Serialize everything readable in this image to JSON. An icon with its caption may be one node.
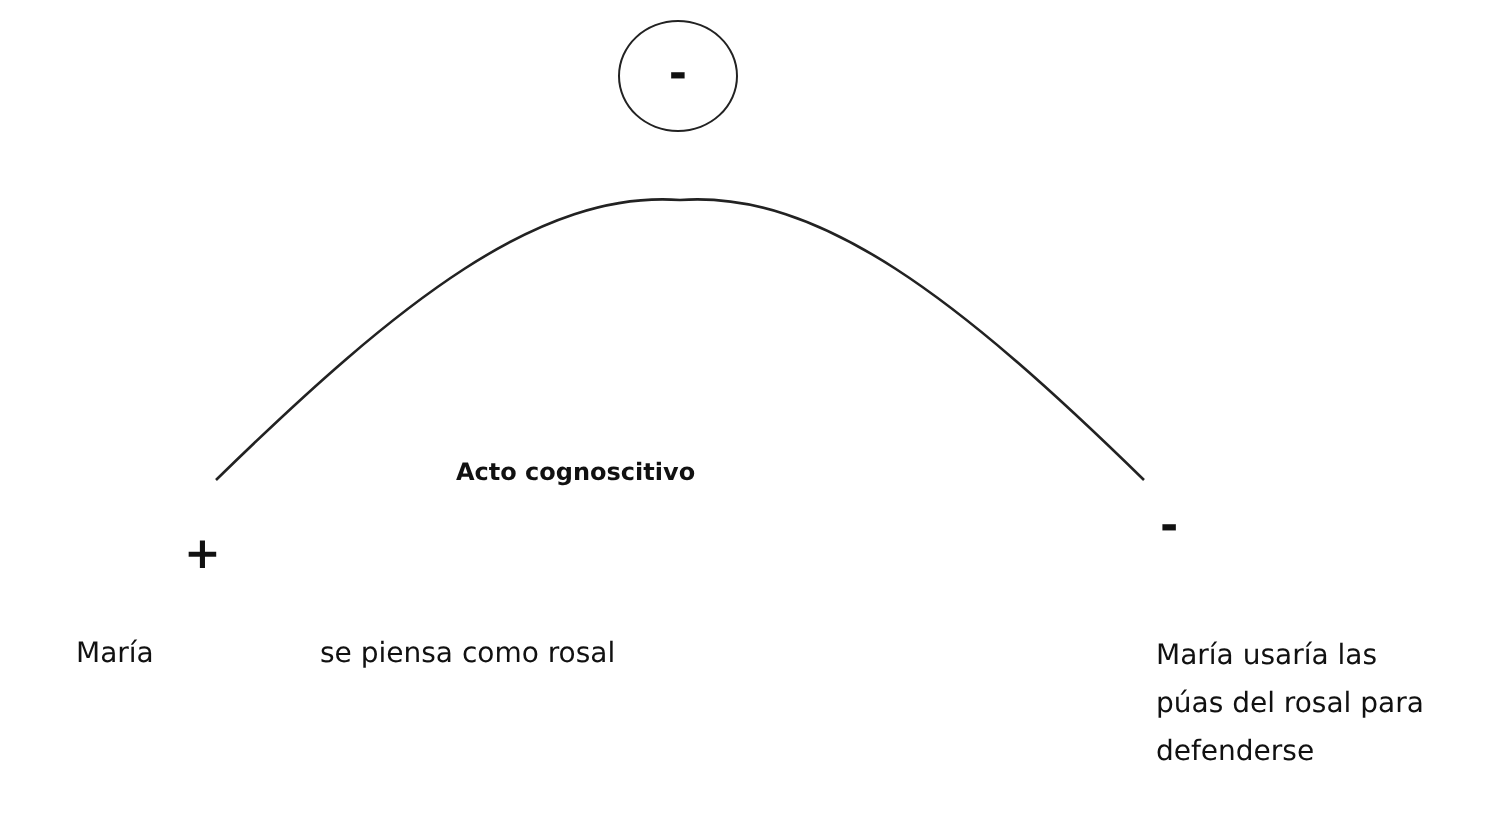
{
  "diagram": {
    "nodes": [
      {
        "text": [
          "-"
        ]
      }
    ],
    "labels": [
      "Acto cognoscitivo",
      "+",
      "-",
      "María",
      "se piensa como rosal",
      "María usaría las púas del rosal para defenderse"
    ]
  }
}
